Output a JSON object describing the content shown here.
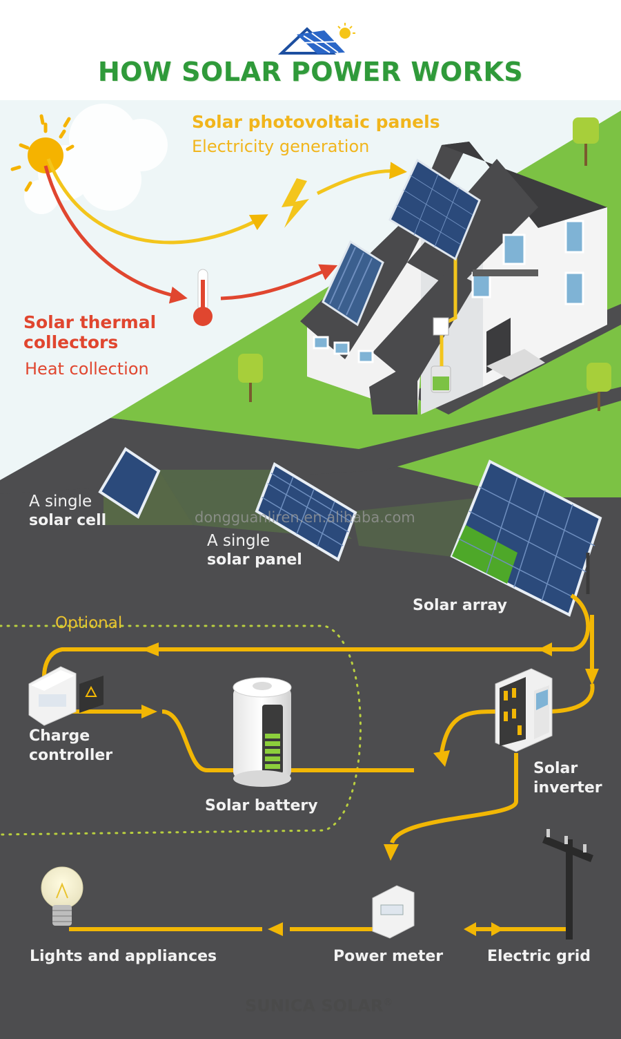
{
  "header": {
    "title": "HOW SOLAR POWER WORKS"
  },
  "photovoltaic": {
    "title": "Solar photovoltaic panels",
    "subtitle": "Electricity generation"
  },
  "thermal": {
    "title": "Solar thermal collectors",
    "subtitle": "Heat collection"
  },
  "components": {
    "single_cell_prefix": "A single",
    "single_cell_name": "solar cell",
    "single_panel_prefix": "A single",
    "single_panel_name": "solar panel",
    "solar_array": "Solar array",
    "optional": "Optional",
    "charge_controller_line1": "Charge",
    "charge_controller_line2": "controller",
    "solar_battery": "Solar battery",
    "solar_inverter_line1": "Solar",
    "solar_inverter_line2": "inverter",
    "lights_appliances": "Lights and appliances",
    "power_meter": "Power meter",
    "electric_grid": "Electric grid"
  },
  "watermark": "dongguanliren.en.alibaba.com",
  "brand": {
    "name": "SUNICA SOLAR",
    "mark": "®"
  },
  "colors": {
    "title_green": "#2f9a3a",
    "pv_yellow": "#f1b51c",
    "thermal_red": "#e0462f",
    "ground_dark": "#4d4d4f",
    "grass_green": "#7cc244",
    "flow_yellow": "#f2b705"
  }
}
